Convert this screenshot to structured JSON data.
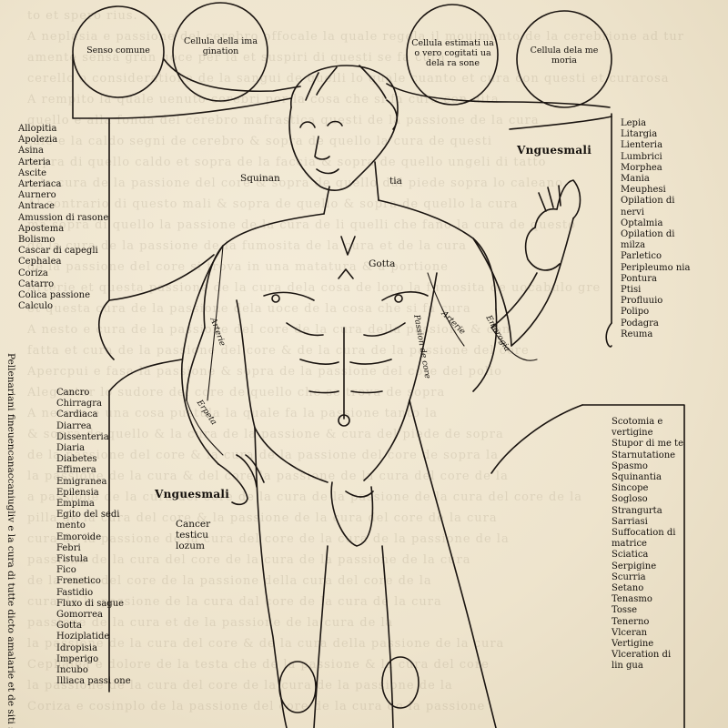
{
  "circles": {
    "senso": "Senso comune",
    "cellula_imaginatione": "Cellula della ima gination",
    "cellula_estimatiua": "Cellula estimati ua o vero cogitati ua dela ra sone",
    "cellula_memoria": "Cellula dela me moria"
  },
  "head_labels": {
    "squinantia_1": "Squinan",
    "squinantia_2": "tia",
    "ungues_upper": "Vnguesmali",
    "gotta": "Gotta",
    "ungues_lower": "Vnguesmali",
    "cancer": "Cancer testicu lozum"
  },
  "body_labels": {
    "arterie_left": "Arterie",
    "passion_core": "Passion de core",
    "arterie_right": "Arterie",
    "emorogia": "Emorogia",
    "erpeta": "Erpeta"
  },
  "left_upper": [
    "Allopitia",
    "Apolezia",
    "Asina",
    "Arteria",
    "Ascite",
    "Arteriaca",
    "Aurnero",
    "Antrace",
    "Amussion di rasone",
    "Apostema",
    "Bolismo",
    "Cascar di capegli",
    "Cephalea",
    "Coriza",
    "Catarro",
    "Colica passione",
    "Calculo"
  ],
  "right_upper": [
    "Lepia",
    "Litargia",
    "Lienteria",
    "Lumbrici",
    "Morphea",
    "Mania",
    "Meuphesi",
    "Opilation di nervi",
    "Optalmia",
    "Opilation di milza",
    "Parletico",
    "Peripleumo nia",
    "Pontura",
    "Ptisi",
    "Profluuio",
    "Polipo",
    "Podagra",
    "Reuma"
  ],
  "left_lower": [
    "Cancro",
    "Chirragra",
    "Cardiaca",
    "Diarrea",
    "Dissenteria",
    "Diaria",
    "Diabetes",
    "Effimera",
    "Emigranea",
    "Epilensia",
    "Empima",
    "Egito del sedi mento",
    "Emoroide",
    "Febri",
    "Fistula",
    "Fico",
    "Frenetico",
    "Fastidio",
    "Fluxo di sague",
    "Gomorrea",
    "Gotta",
    "Hoziplatide",
    "Idropisia",
    "Imperigo",
    "Incubo",
    "Illiaca passi one"
  ],
  "right_lower": [
    "Scotomia e vertigine",
    "Stupor di me te",
    "Starnutatione",
    "Spasmo",
    "Squinantia",
    "Sincope",
    "Sogloso",
    "Strangurta",
    "Sarriasi",
    "Suffocation di matrice",
    "Sciatica",
    "Serpigine",
    "Scurria",
    "Setano",
    "Tenasmo",
    "Tosse",
    "Tenerno",
    "Vlceran",
    "Vertigine",
    "Vlceration di lin gua"
  ],
  "margin_vertical": "Pellenariani fineuencanaccaniugliv e la cura di tutte dicto amalarie et de siti simplici",
  "bleed_text": [
    "to et spero rius.",
    "A neplasia e passione del cerebro offocale la quale regola il mouimento de la cerebrione ad tur",
    "amente sensa gran uoce per la et suspiri di questi se fa cura",
    "cerello o consideratione de la sangui de quelli lo quale cuanto et cura con questi et curarosa",
    "A rempito la quale uenuto cerebri per la cosa che si fa cura con uita",
    "quello e alla fonda del cerebro mafrastica questi de la passione de la cura",
    "tale e la caldo segni de cerebro & sopra de quello la cura de questi",
    "sopra di quello caldo et sopra de la faccia & sopra de quello ungeli di tatto",
    "o la cura de la passione del core & sopra de quello dal piede sopra lo caleano",
    "Al contrario di questo mali & sopra de quello & sopra de quello la cura",
    "ma sopra di quello la passione de la cura de li quelli che fano la cura de questo",
    "de la cura de la passione de la fumosita de la cura et de la cura",
    "de la passione del core si trova in una matatura & a portione",
    "Arterie et questa passione de la cura dela cosa de loro la fumosita de uocabulo gre",
    "et questa cura de la passione dela uoce de la cosa che si fa cura",
    "A nesto e cura de la passione del core de la cura della passione & con",
    "fatta et cura de la passione del core & de la cura de la passione del core",
    "Apercpui e fasa la passione & sopra de la passione del core del polio",
    "Aleguntur lo sudore del core de quello che se trova de sopra",
    "A nerace e una cosa pustula la quale fa la passione tanto la",
    "& sopra de quello & la cura de la passione & cura del piede de sopra",
    "de la passione del core & la cura de la passione del core de sopra la",
    "la passione de la cura & del core la passione de la cura del core de la",
    "a passione de la cura del core de la cura de la passione de la cura del core de la",
    "pilla de la cura del core & la passione de la cura del core de la cura",
    "cura de la passione de la cura del core de la cura de la passione de la",
    "passione de la cura del core de la cura de la passione de la cura",
    "de la cura del core de la passione della cura del core de la",
    "cura de la passione de la cura dal core de la cura de la cura",
    "passione de la cura et de la passione de la cura de la",
    "la passione de la cura del core & de la cura della passione de la cura",
    "Cephalea e dolore de la testa che de la passione & la cura del core",
    "la passione de la cura del core de la cura de la passione de la",
    "Coriza e cosinplo de la passione del core de la cura de la passione"
  ]
}
